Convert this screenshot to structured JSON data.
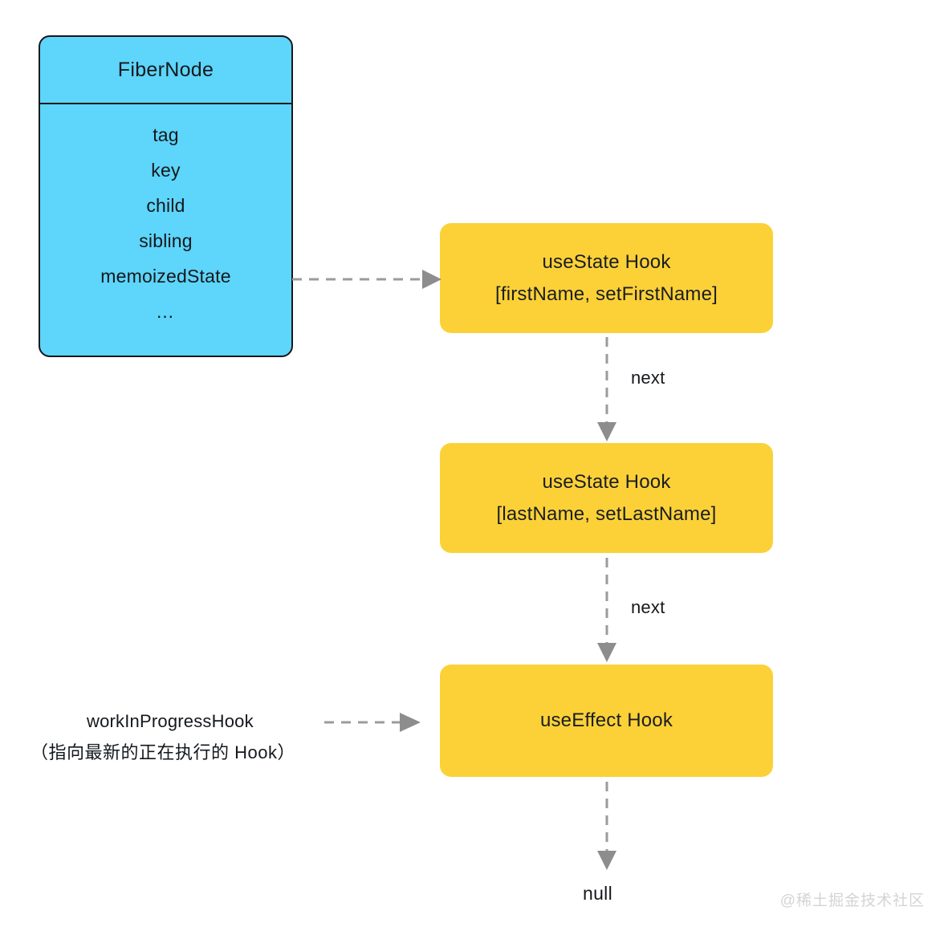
{
  "diagram": {
    "colors": {
      "fiber_fill": "#5ed5fa",
      "fiber_border": "#14181c",
      "hook_fill": "#fcd138",
      "arrow": "#9b9b9b",
      "text": "#14181c",
      "watermark": "#d4d4d4",
      "background": "#ffffff"
    },
    "fiber_node": {
      "title": "FiberNode",
      "fields": [
        {
          "label": "tag"
        },
        {
          "label": "key"
        },
        {
          "label": "child"
        },
        {
          "label": "sibling"
        },
        {
          "label": "memoizedState"
        },
        {
          "label": "…"
        }
      ]
    },
    "hooks": [
      {
        "id": "hook-1",
        "line1": "useState Hook",
        "line2": "[firstName, setFirstName]"
      },
      {
        "id": "hook-2",
        "line1": "useState Hook",
        "line2": "[lastName, setLastName]"
      },
      {
        "id": "hook-3",
        "line1": "useEffect Hook",
        "line2": ""
      }
    ],
    "edges": {
      "memoized_to_hook1": "",
      "next_1": "next",
      "next_2": "next",
      "wip_pointer": ""
    },
    "wip_label": {
      "name": "workInProgressHook",
      "description": "（指向最新的正在执行的 Hook）"
    },
    "terminal": {
      "null_label": "null"
    },
    "watermark": "@稀土掘金技术社区"
  }
}
